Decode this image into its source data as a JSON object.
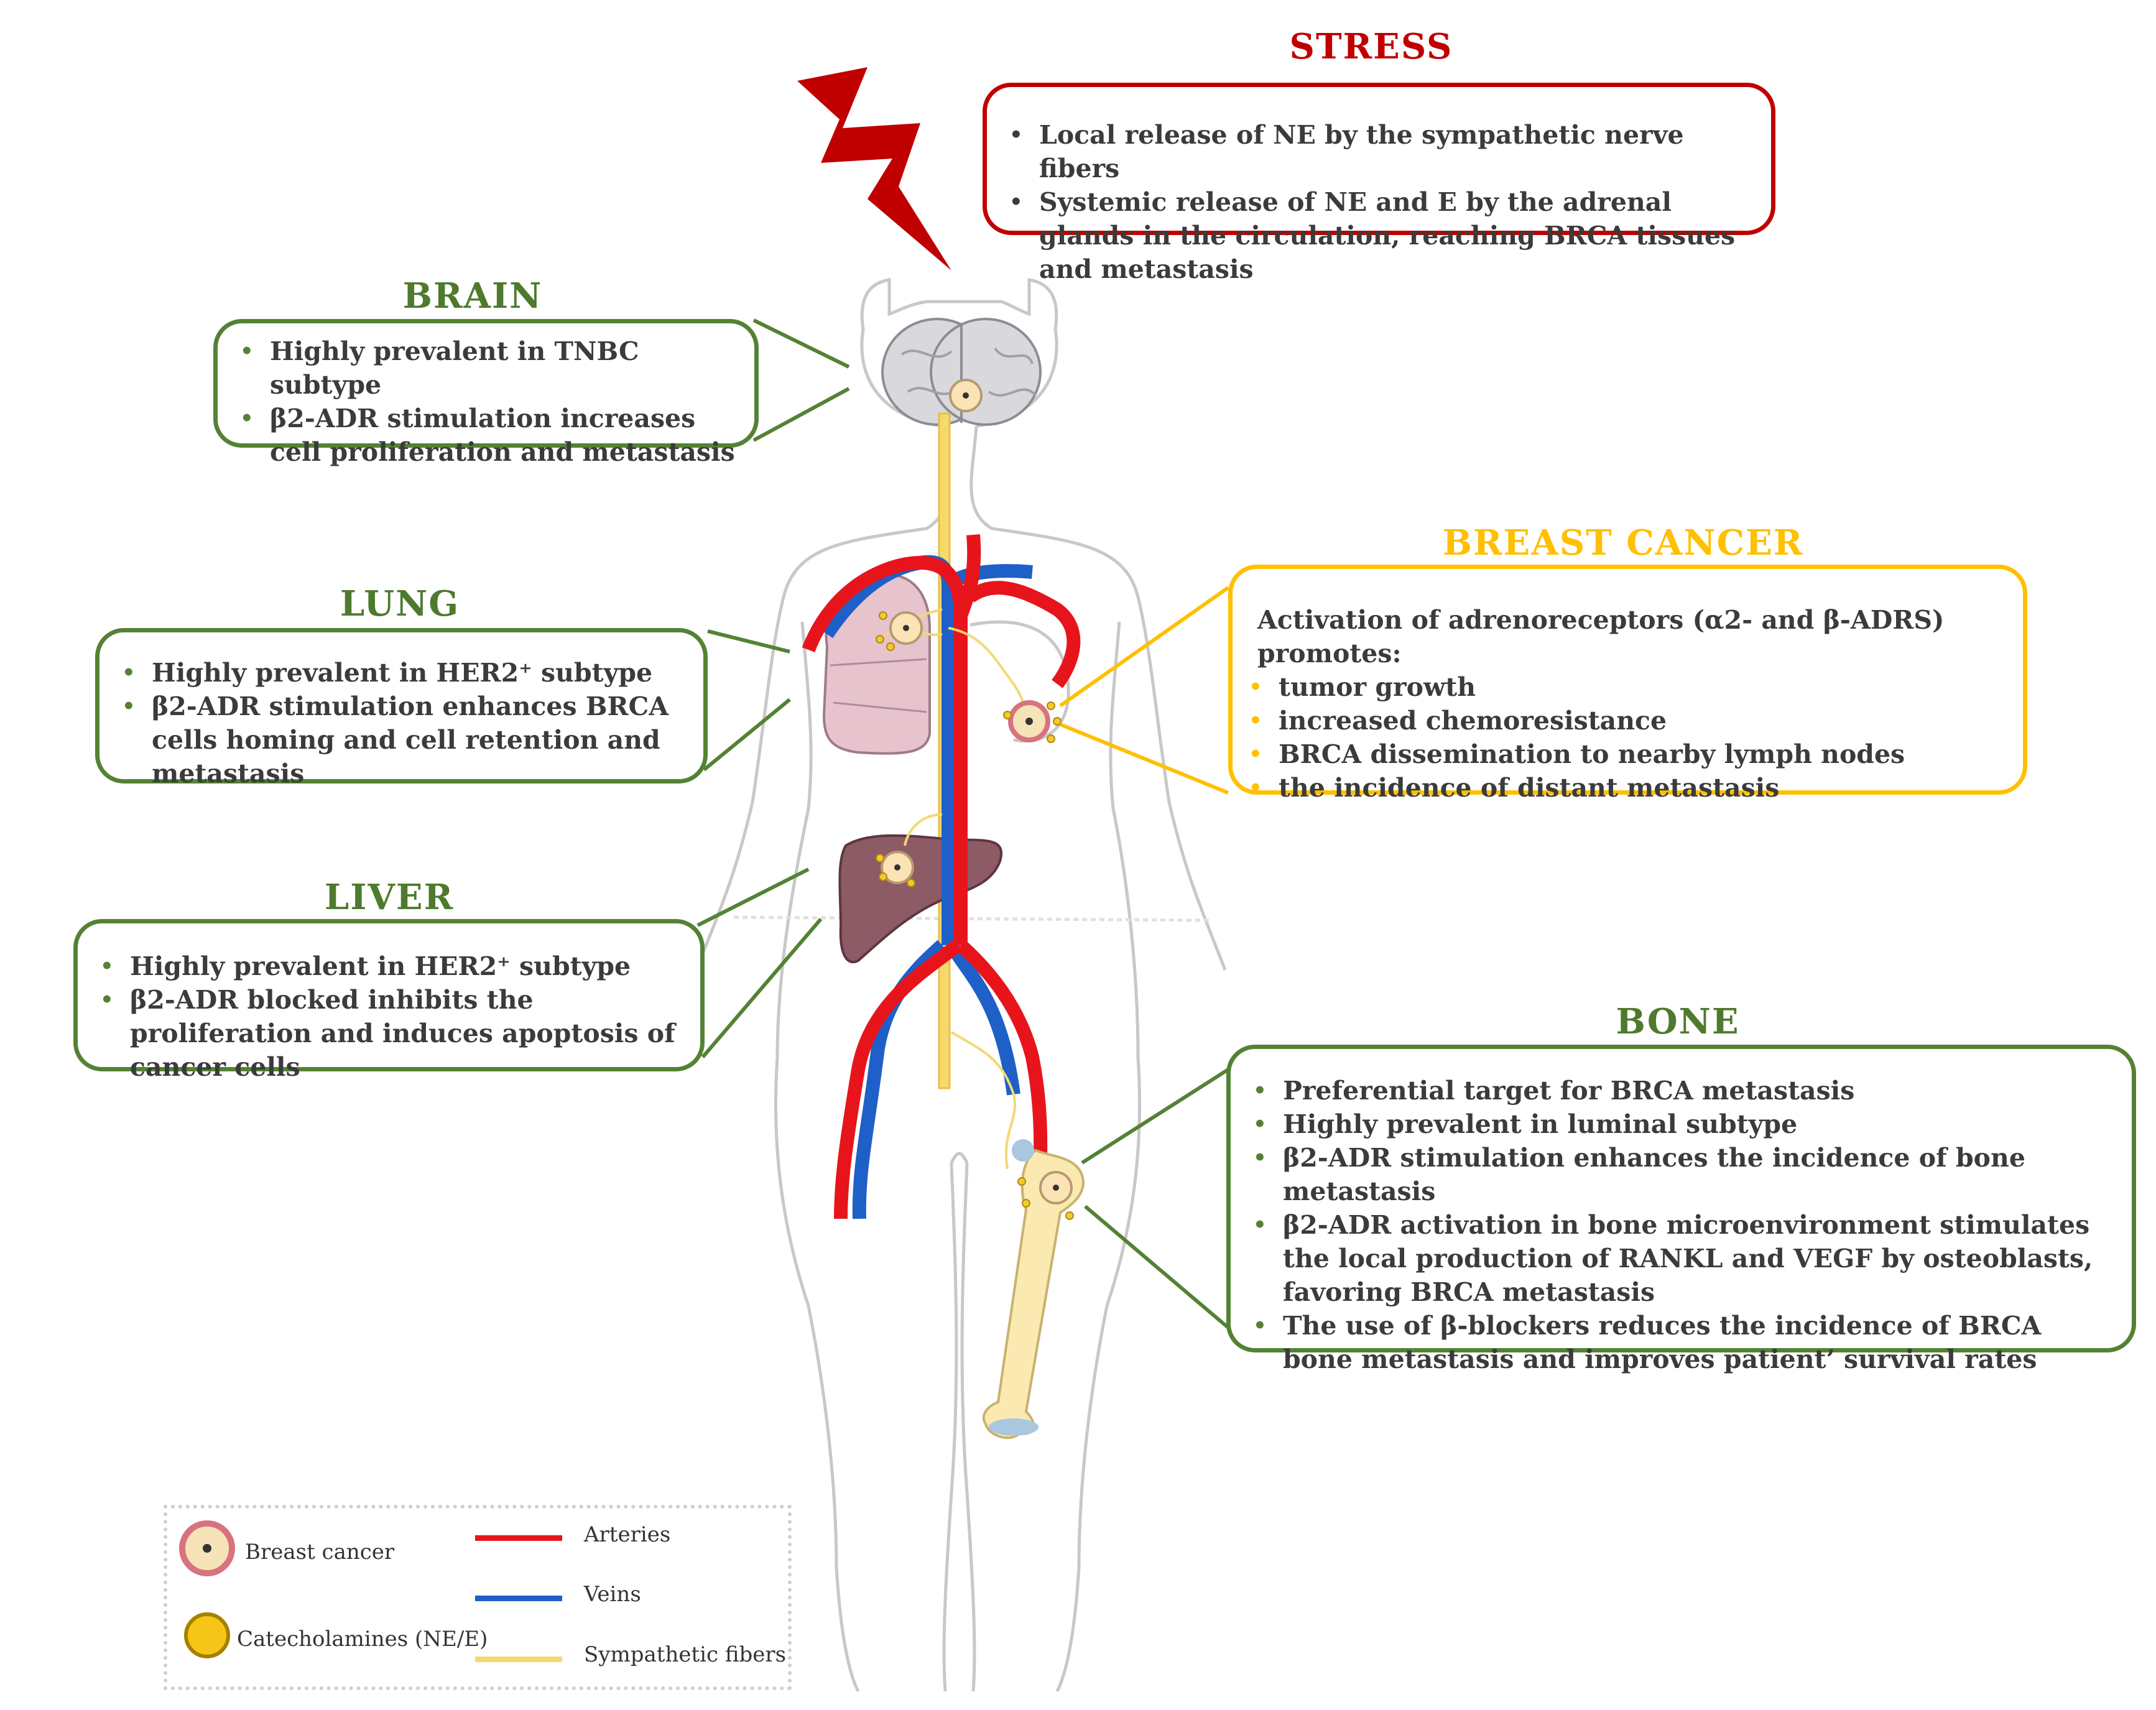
{
  "colors": {
    "green": "#548235",
    "red": "#c00000",
    "yellow": "#ffc000",
    "artery": "#e8141c",
    "vein": "#1f5fc8",
    "sympathetic": "#f7d96b"
  },
  "stress": {
    "title": "STRESS",
    "items": [
      "Local release of NE by the sympathetic nerve fibers",
      "Systemic release of NE and E by the adrenal glands in the circulation, reaching BRCA tissues and metastasis"
    ]
  },
  "brain": {
    "title": "BRAIN",
    "items": [
      "Highly prevalent in TNBC subtype",
      "β2-ADR stimulation increases cell proliferation and metastasis"
    ]
  },
  "lung": {
    "title": "LUNG",
    "items": [
      "Highly prevalent in HER2⁺ subtype",
      "β2-ADR stimulation enhances BRCA cells homing and cell retention and metastasis"
    ]
  },
  "liver": {
    "title": "LIVER",
    "items": [
      "Highly prevalent in HER2⁺ subtype",
      "β2-ADR blocked inhibits the proliferation and induces apoptosis of cancer cells"
    ]
  },
  "breast": {
    "title": "BREAST CANCER",
    "intro": "Activation of adrenoreceptors (α2- and β-ADRS) promotes:",
    "items": [
      "tumor growth",
      "increased chemoresistance",
      "BRCA dissemination to nearby lymph nodes",
      "the incidence of distant metastasis"
    ]
  },
  "bone": {
    "title": "BONE",
    "items": [
      "Preferential target for BRCA metastasis",
      "Highly prevalent in luminal subtype",
      "β2-ADR stimulation enhances the incidence of bone metastasis",
      "β2-ADR activation in bone microenvironment stimulates the local production of RANKL and VEGF by osteoblasts, favoring BRCA metastasis",
      "The use of β-blockers reduces the incidence of BRCA bone metastasis and improves patient’ survival rates"
    ]
  },
  "legend": {
    "breast_cancer": "Breast cancer",
    "catecholamines": "Catecholamines (NE/E)",
    "arteries": "Arteries",
    "veins": "Veins",
    "sympathetic": "Sympathetic fibers"
  }
}
